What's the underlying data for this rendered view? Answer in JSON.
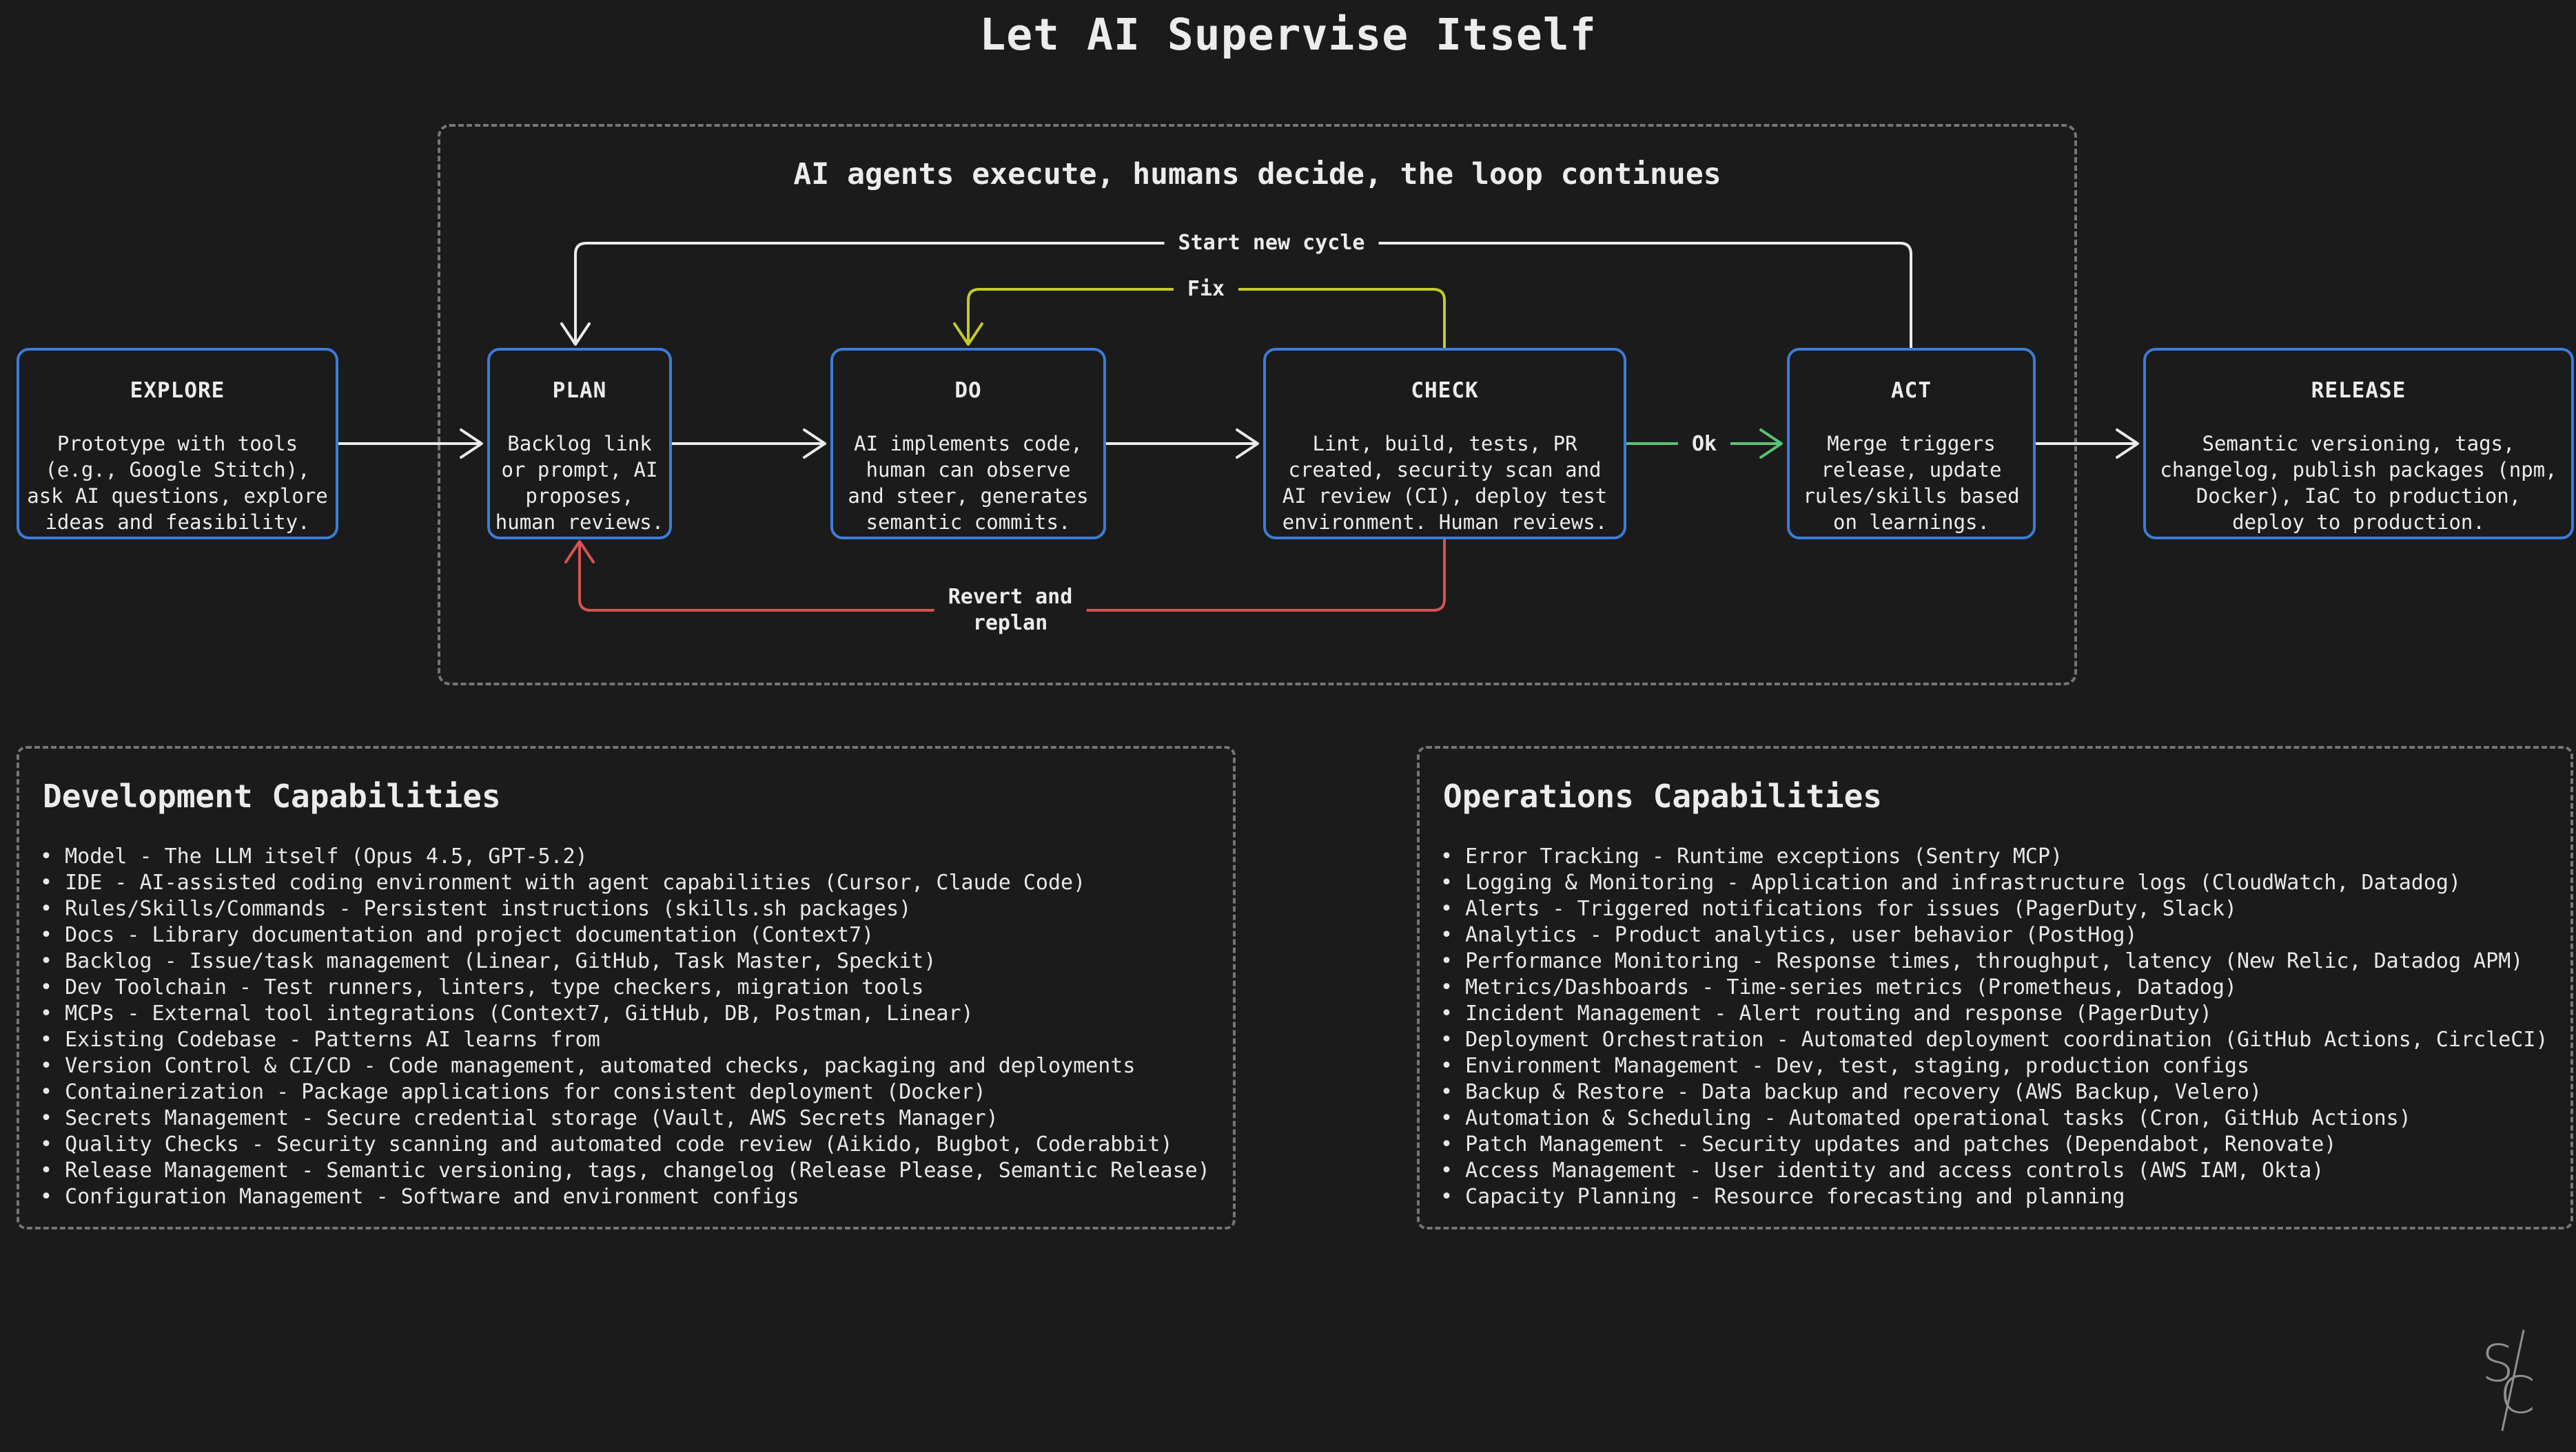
{
  "title": "Let AI Supervise Itself",
  "loop": {
    "subtitle": "AI agents execute, humans decide, the loop continues",
    "edges": {
      "start_new_cycle": "Start new cycle",
      "fix": "Fix",
      "ok": "Ok",
      "revert_line1": "Revert and",
      "revert_line2": "replan"
    },
    "boxes": [
      {
        "title": "EXPLORE",
        "body": "Prototype with tools\n(e.g., Google Stitch),\nask AI questions, explore\nideas and feasibility."
      },
      {
        "title": "PLAN",
        "body": "Backlog link\nor prompt, AI\nproposes,\nhuman reviews."
      },
      {
        "title": "DO",
        "body": "AI implements code,\nhuman can observe\nand steer, generates\nsemantic commits."
      },
      {
        "title": "CHECK",
        "body": "Lint, build, tests, PR\ncreated, security scan and\nAI review (CI), deploy test\nenvironment. Human reviews."
      },
      {
        "title": "ACT",
        "body": "Merge triggers\nrelease, update\nrules/skills based\non learnings."
      },
      {
        "title": "RELEASE",
        "body": "Semantic versioning, tags,\nchangelog, publish packages (npm,\nDocker), IaC to production,\ndeploy to production."
      }
    ]
  },
  "panels": {
    "development": {
      "heading": "Development Capabilities",
      "items": [
        "Model - The LLM itself (Opus 4.5, GPT-5.2)",
        "IDE - AI-assisted coding environment with agent capabilities (Cursor, Claude Code)",
        "Rules/Skills/Commands - Persistent instructions (skills.sh packages)",
        "Docs - Library documentation and project documentation (Context7)",
        "Backlog - Issue/task management (Linear, GitHub, Task Master, Speckit)",
        "Dev Toolchain - Test runners, linters, type checkers, migration tools",
        "MCPs - External tool integrations (Context7, GitHub, DB, Postman, Linear)",
        "Existing Codebase - Patterns AI learns from",
        "Version Control & CI/CD - Code management, automated checks, packaging and deployments",
        "Containerization - Package applications for consistent deployment (Docker)",
        "Secrets Management - Secure credential storage (Vault, AWS Secrets Manager)",
        "Quality Checks - Security scanning and automated code review (Aikido, Bugbot, Coderabbit)",
        "Release Management - Semantic versioning, tags, changelog (Release Please, Semantic Release)",
        "Configuration Management - Software and environment configs"
      ]
    },
    "operations": {
      "heading": "Operations Capabilities",
      "items": [
        "Error Tracking - Runtime exceptions (Sentry MCP)",
        "Logging & Monitoring - Application and infrastructure logs (CloudWatch, Datadog)",
        "Alerts - Triggered notifications for issues (PagerDuty, Slack)",
        "Analytics - Product analytics, user behavior (PostHog)",
        "Performance Monitoring - Response times, throughput, latency (New Relic, Datadog APM)",
        "Metrics/Dashboards - Time-series metrics (Prometheus, Datadog)",
        "Incident Management - Alert routing and response (PagerDuty)",
        "Deployment Orchestration - Automated deployment coordination (GitHub Actions, CircleCI)",
        "Environment Management - Dev, test, staging, production configs",
        "Backup & Restore - Data backup and recovery (AWS Backup, Velero)",
        "Automation & Scheduling - Automated operational tasks (Cron, GitHub Actions)",
        "Patch Management - Security updates and patches (Dependabot, Renovate)",
        "Access Management - User identity and access controls (AWS IAM, Okta)",
        "Capacity Planning - Resource forecasting and planning"
      ]
    }
  },
  "logo": {
    "top_letter": "S",
    "bottom_letter": "C"
  },
  "colors": {
    "background": "#1b1b1b",
    "box_border_blue": "#3b7cd9",
    "arrow_white": "#ececec",
    "arrow_yellow": "#c4ca27",
    "arrow_red": "#d65451",
    "arrow_green": "#55c475",
    "dashed_border_gray": "#757575",
    "text": "#e8e8e8",
    "logo_gray": "#8f8f8f"
  }
}
